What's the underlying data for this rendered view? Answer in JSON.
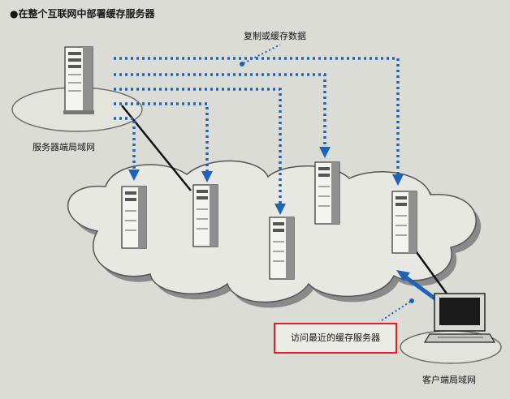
{
  "diagram": {
    "title": "●在整个互联网中部署缓存服务器",
    "annotation_copy": "复制或缓存数据",
    "label_server_lan": "服务器端局域网",
    "label_client_lan": "客户端局域网",
    "annotation_nearest": "访问最近的缓存服务器"
  },
  "colors": {
    "background": "#dcdcd6",
    "arrow_blue": "#1f63b8",
    "highlight_red": "#e02020",
    "cloud_shadow": "#8a8a8a",
    "cloud_fill": "#e8e8e3"
  },
  "icons": {
    "origin_server": "server-tower-icon",
    "cache_server": "server-tower-icon",
    "client": "computer-monitor-icon"
  }
}
